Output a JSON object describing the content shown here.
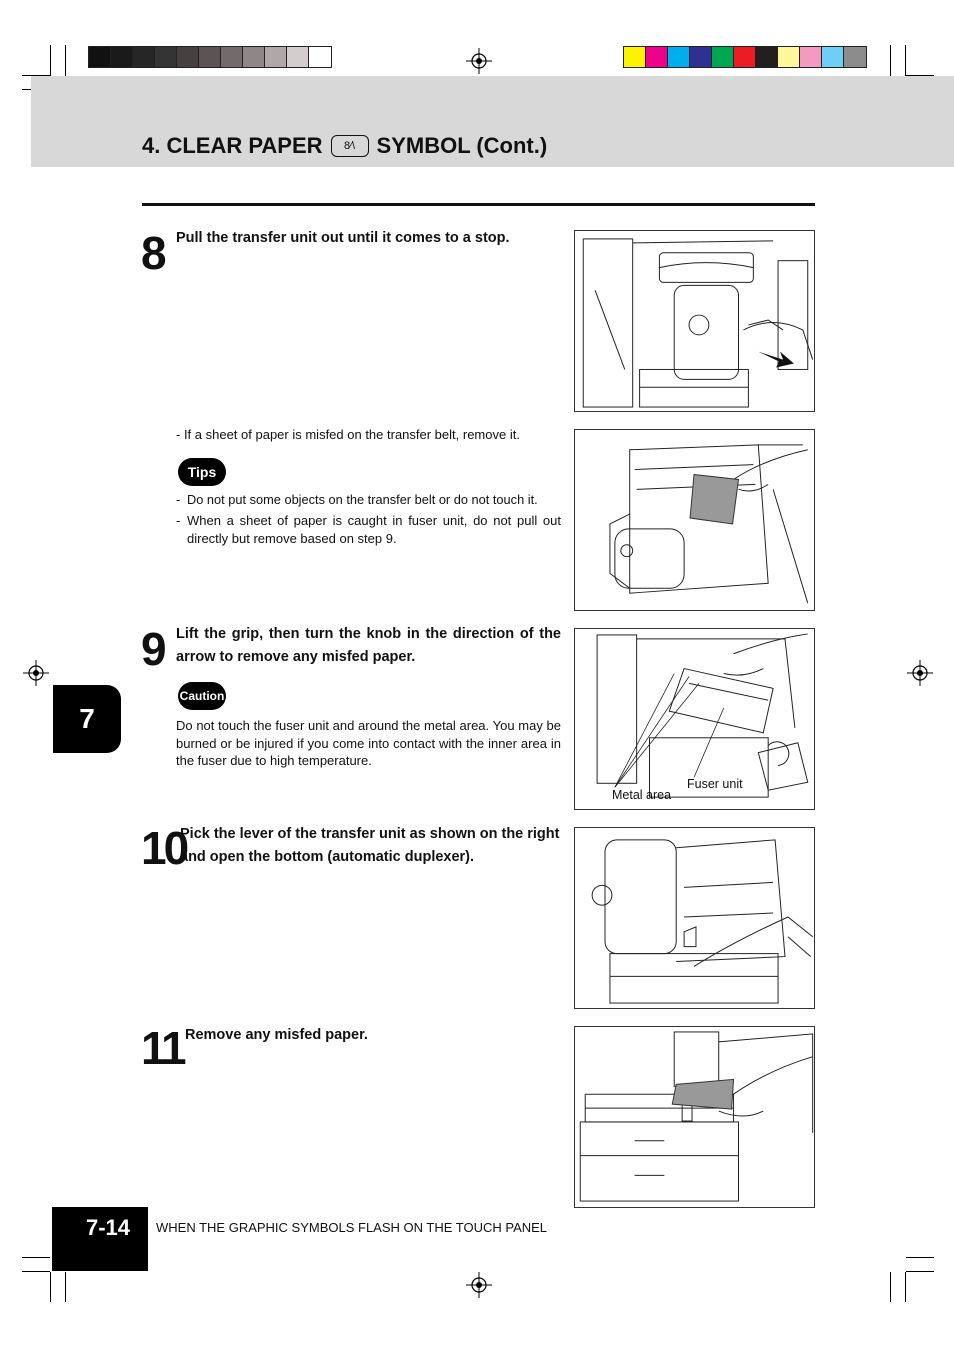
{
  "header": {
    "title_prefix": "4. CLEAR PAPER",
    "title_symbol": "8∕\\",
    "title_suffix": "SYMBOL (Cont.)"
  },
  "steps": [
    {
      "number": "8",
      "text": "Pull the transfer unit out until it comes to a stop."
    },
    {
      "number": "9",
      "text": "Lift the grip, then turn the knob in the direction of the arrow to remove any misfed paper."
    },
    {
      "number": "10",
      "text": "Pick the lever of the transfer unit as shown on the right and open the bottom (automatic duplexer)."
    },
    {
      "number": "11",
      "text": "Remove any misfed paper."
    }
  ],
  "note_transfer_belt": "- If a sheet of paper is misfed on the transfer belt, remove it.",
  "tips": {
    "label": "Tips",
    "items": [
      "Do not put some objects on the transfer belt or do not touch it.",
      "When a sheet of paper is caught in fuser unit, do not pull out directly but remove based on step 9."
    ]
  },
  "caution": {
    "label": "Caution",
    "text": "Do not touch the fuser unit and around the metal area.  You may be burned or be injured if you come into contact with the inner area in the fuser due to high temperature."
  },
  "figure_labels": {
    "fuser_unit": "Fuser unit",
    "metal_area": "Metal area"
  },
  "chapter_tab": "7",
  "page_number": "7-14",
  "footer_text": "WHEN THE GRAPHIC SYMBOLS FLASH ON THE TOUCH PANEL",
  "colors": {
    "gray_bar": [
      "#111111",
      "#1a1a1a",
      "#262626",
      "#333333",
      "#474040",
      "#5c5454",
      "#736b6b",
      "#8f8787",
      "#b0a8a8",
      "#d4cdcd",
      "#ffffff"
    ],
    "color_bar": [
      "#fff200",
      "#ec008c",
      "#00aeef",
      "#2e3192",
      "#00a651",
      "#ed1c24",
      "#231f20",
      "#fff799",
      "#f49ac1",
      "#6dcff6",
      "#8c8c8c"
    ],
    "header_band": "#d8d8d8"
  }
}
